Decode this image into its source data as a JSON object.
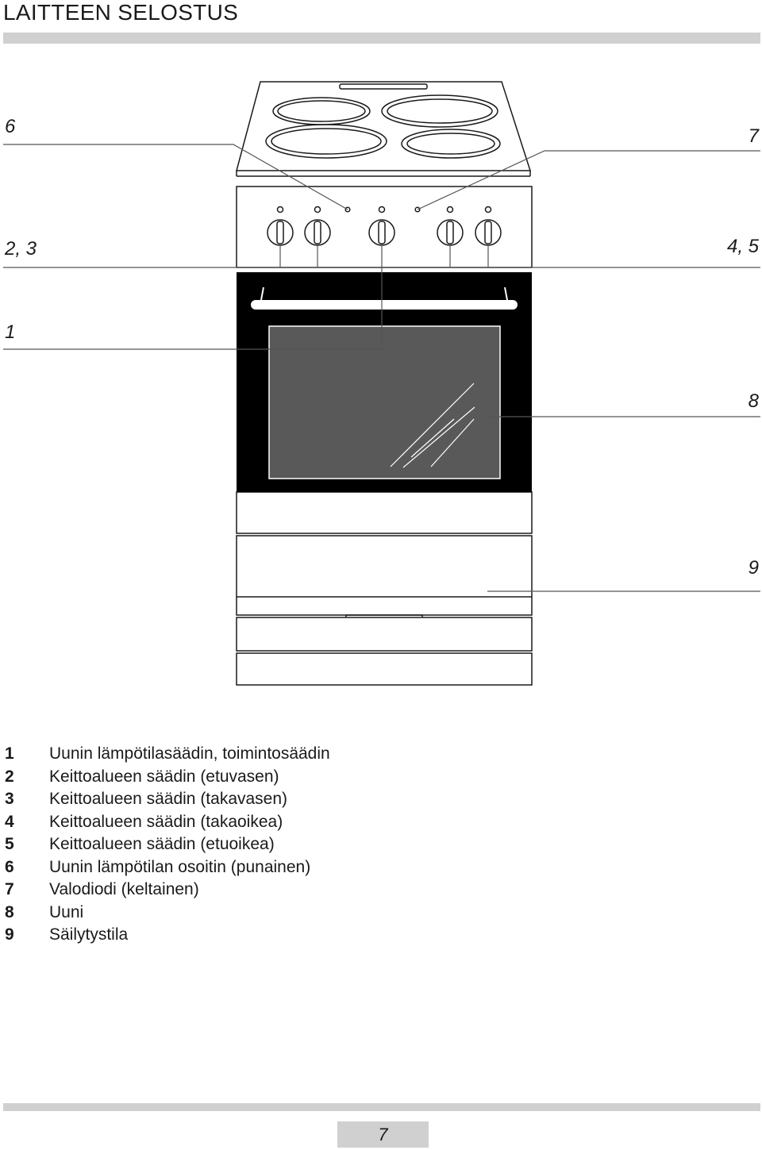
{
  "title": "LAITTEEN SELOSTUS",
  "callouts": {
    "c6": "6",
    "c7": "7",
    "c23": "2, 3",
    "c45": "4, 5",
    "c1": "1",
    "c8": "8",
    "c9": "9"
  },
  "legend": [
    {
      "num": "1",
      "text": "Uunin lämpötilasäädin, toimintosäädin"
    },
    {
      "num": "2",
      "text": "Keittoalueen säädin (etuvasen)"
    },
    {
      "num": "3",
      "text": "Keittoalueen säädin (takavasen)"
    },
    {
      "num": "4",
      "text": "Keittoalueen säädin (takaoikea)"
    },
    {
      "num": "5",
      "text": "Keittoalueen säädin (etuoikea)"
    },
    {
      "num": "6",
      "text": "Uunin lämpötilan osoitin (punainen)"
    },
    {
      "num": "7",
      "text": "Valodiodi (keltainen)"
    },
    {
      "num": "8",
      "text": "Uuni"
    },
    {
      "num": "9",
      "text": "Säilytystila"
    }
  ],
  "page_number": "7",
  "colors": {
    "rule": "#d0d0d0",
    "oven_door": "#000000",
    "oven_window": "#595959"
  }
}
